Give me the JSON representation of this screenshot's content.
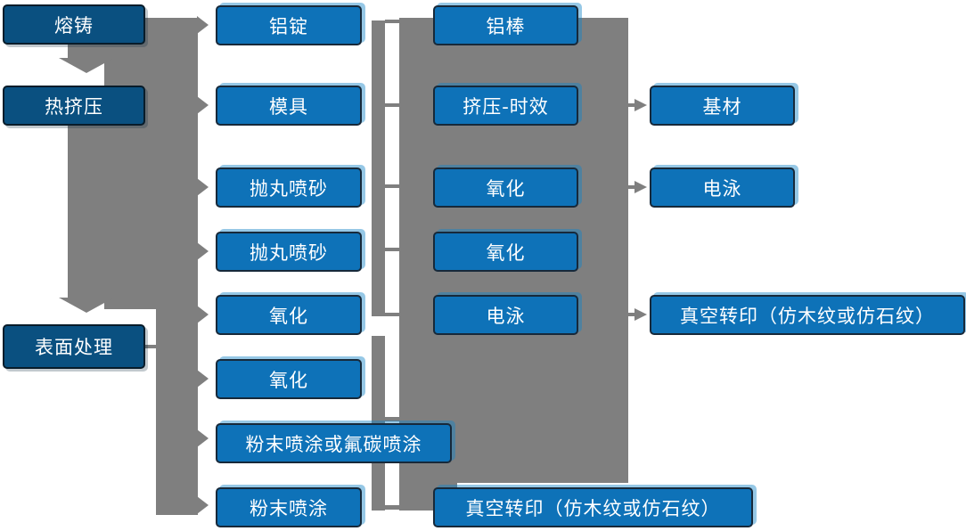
{
  "colors": {
    "dark_blue": "#0A5080",
    "bright_blue": "#0E72B8",
    "connector_gray": "#7F7F7F",
    "text": "#FFFFFF"
  },
  "flowchart": {
    "stages": [
      "熔铸",
      "热挤压",
      "表面处理"
    ],
    "col2": [
      "铝锭",
      "模具",
      "抛丸喷砂",
      "抛丸喷砂",
      "氧化",
      "氧化",
      "粉末喷涂或氟碳喷涂",
      "粉末喷涂"
    ],
    "col3": [
      "铝棒",
      "挤压-时效",
      "氧化",
      "氧化",
      "电泳",
      "真空转印（仿木纹或仿石纹）"
    ],
    "col4": [
      "基材",
      "电泳",
      "真空转印（仿木纹或仿石纹）"
    ]
  }
}
